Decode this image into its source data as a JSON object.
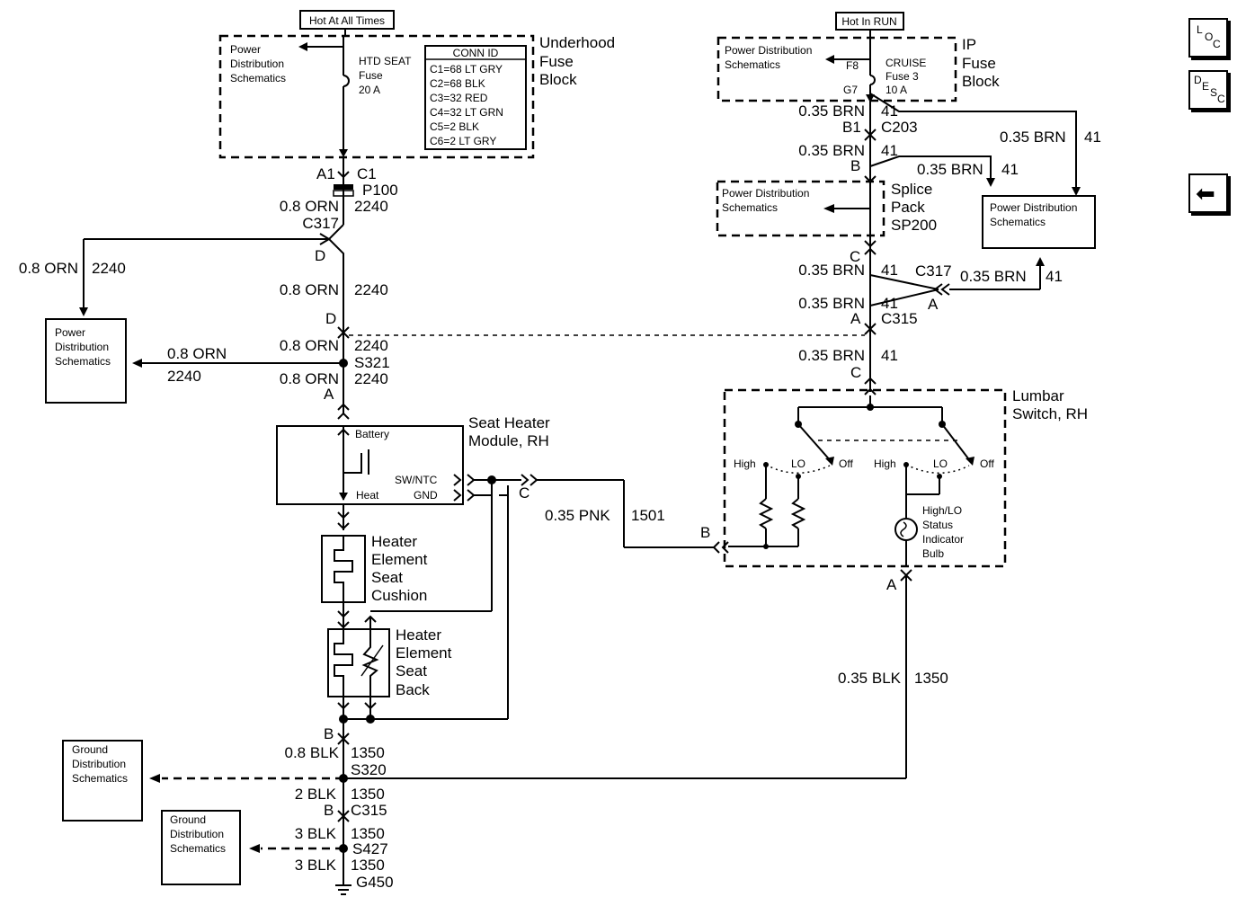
{
  "nav": {
    "loc": [
      "L",
      "O",
      "C"
    ],
    "desc": [
      "D",
      "E",
      "S",
      "C"
    ],
    "back_icon": "left-arrow-icon"
  },
  "hot_labels": {
    "left": "Hot At All Times",
    "right": "Hot In RUN"
  },
  "underhood": {
    "title": [
      "Underhood",
      "Fuse",
      "Block"
    ],
    "pds": [
      "Power",
      "Distribution",
      "Schematics"
    ],
    "fuse": [
      "HTD SEAT",
      "Fuse",
      "20 A"
    ],
    "conn_title": "CONN ID",
    "conn_rows": [
      "C1=68 LT GRY",
      "C2=68 BLK",
      "C3=32 RED",
      "C4=32 LT GRN",
      "C5=2 BLK",
      "C6=2 LT GRY"
    ]
  },
  "ip_block": {
    "title": [
      "IP",
      "Fuse",
      "Block"
    ],
    "pds": [
      "Power Distribution",
      "Schematics"
    ],
    "fuse": [
      "CRUISE",
      "Fuse 3",
      "10 A"
    ],
    "f8": "F8",
    "g7": "G7"
  },
  "left_circuit": {
    "a1": "A1",
    "c1": "C1",
    "p100": "P100",
    "w1_gauge": "0.8 ORN",
    "w1_circ": "2240",
    "c317": "C317",
    "d1": "D",
    "branch_gauge": "0.8 ORN",
    "branch_circ": "2240",
    "w2_gauge": "0.8 ORN",
    "w2_circ": "2240",
    "d2": "D",
    "w3_gauge": "0.8 ORN",
    "w3_circ": "2240",
    "s321": "S321",
    "side_gauge": "0.8 ORN",
    "side_circ": "2240",
    "w4_gauge": "0.8 ORN",
    "w4_circ": "2240",
    "a": "A",
    "pds": [
      "Power",
      "Distribution",
      "Schematics"
    ]
  },
  "seat_module": {
    "title": [
      "Seat Heater",
      "Module, RH"
    ],
    "battery": "Battery",
    "heat": "Heat",
    "swntc": "SW/NTC",
    "gnd": "GND",
    "c": "C"
  },
  "heater_cushion": [
    "Heater",
    "Element",
    "Seat",
    "Cushion"
  ],
  "heater_back": [
    "Heater",
    "Element",
    "Seat",
    "Back"
  ],
  "pnk_wire": {
    "gauge": "0.35 PNK",
    "circ": "1501",
    "b": "B"
  },
  "ground": {
    "b": "B",
    "w1_gauge": "0.8 BLK",
    "w1_circ": "1350",
    "s320": "S320",
    "w2_gauge": "2 BLK",
    "w2_circ": "1350",
    "b2": "B",
    "c315": "C315",
    "w3_gauge": "3 BLK",
    "w3_circ": "1350",
    "s427": "S427",
    "w4_gauge": "3 BLK",
    "w4_circ": "1350",
    "g450": "G450",
    "gds1": [
      "Ground",
      "Distribution",
      "Schematics"
    ],
    "gds2": [
      "Ground",
      "Distribution",
      "Schematics"
    ]
  },
  "right_circuit": {
    "w1_gauge": "0.35 BRN",
    "w1_circ": "41",
    "b1": "B1",
    "c203": "C203",
    "w2_gauge": "0.35 BRN",
    "w2_circ": "41",
    "b": "B",
    "tr_gauge": "0.35 BRN",
    "tr_circ": "41",
    "sp_gauge": "0.35 BRN",
    "sp_circ": "41",
    "splice_title": [
      "Splice",
      "Pack",
      "SP200"
    ],
    "pds_left": [
      "Power Distribution",
      "Schematics"
    ],
    "pds_right": [
      "Power Distribution",
      "Schematics"
    ],
    "c_top": "C",
    "w3_gauge": "0.35 BRN",
    "w3_circ": "41",
    "c317": "C317",
    "br_gauge": "0.35 BRN",
    "br_circ": "41",
    "w4_gauge": "0.35 BRN",
    "w4_circ": "41",
    "a_left": "A",
    "a_right": "A",
    "c315": "C315",
    "w5_gauge": "0.35 BRN",
    "w5_circ": "41",
    "c_bottom": "C"
  },
  "lumbar": {
    "title": [
      "Lumbar",
      "Switch, RH"
    ],
    "high1": "High",
    "lo1": "LO",
    "off1": "Off",
    "high2": "High",
    "lo2": "LO",
    "off2": "Off",
    "indicator": [
      "High/LO",
      "Status",
      "Indicator",
      "Bulb"
    ],
    "b": "B",
    "a": "A",
    "blk_gauge": "0.35 BLK",
    "blk_circ": "1350"
  }
}
